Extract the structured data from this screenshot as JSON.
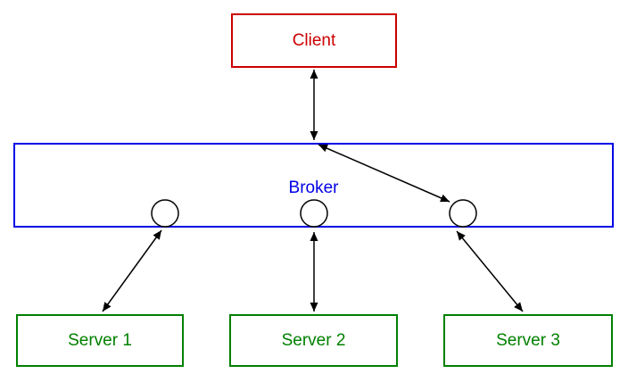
{
  "diagram": {
    "nodes": {
      "client": {
        "label": "Client"
      },
      "broker": {
        "label": "Broker"
      },
      "servers": [
        {
          "label": "Server 1"
        },
        {
          "label": "Server 2"
        },
        {
          "label": "Server 3"
        }
      ]
    },
    "connections": [
      {
        "from": "Client",
        "to": "Broker",
        "style": "double-headed-arrow"
      },
      {
        "from": "Broker",
        "to": "Broker port 3",
        "style": "double-headed-arrow"
      },
      {
        "from": "Broker port 1",
        "to": "Server 1",
        "style": "double-headed-arrow"
      },
      {
        "from": "Broker port 2",
        "to": "Server 2",
        "style": "double-headed-arrow"
      },
      {
        "from": "Broker port 3",
        "to": "Server 3",
        "style": "double-headed-arrow"
      }
    ],
    "ports": {
      "shape": "circle",
      "count": 3
    },
    "colors": {
      "client_red": "#cc0000",
      "broker_blue": "#0000e6",
      "server_green": "#008000",
      "connector_black": "#000000",
      "background_white": "#ffffff"
    }
  }
}
